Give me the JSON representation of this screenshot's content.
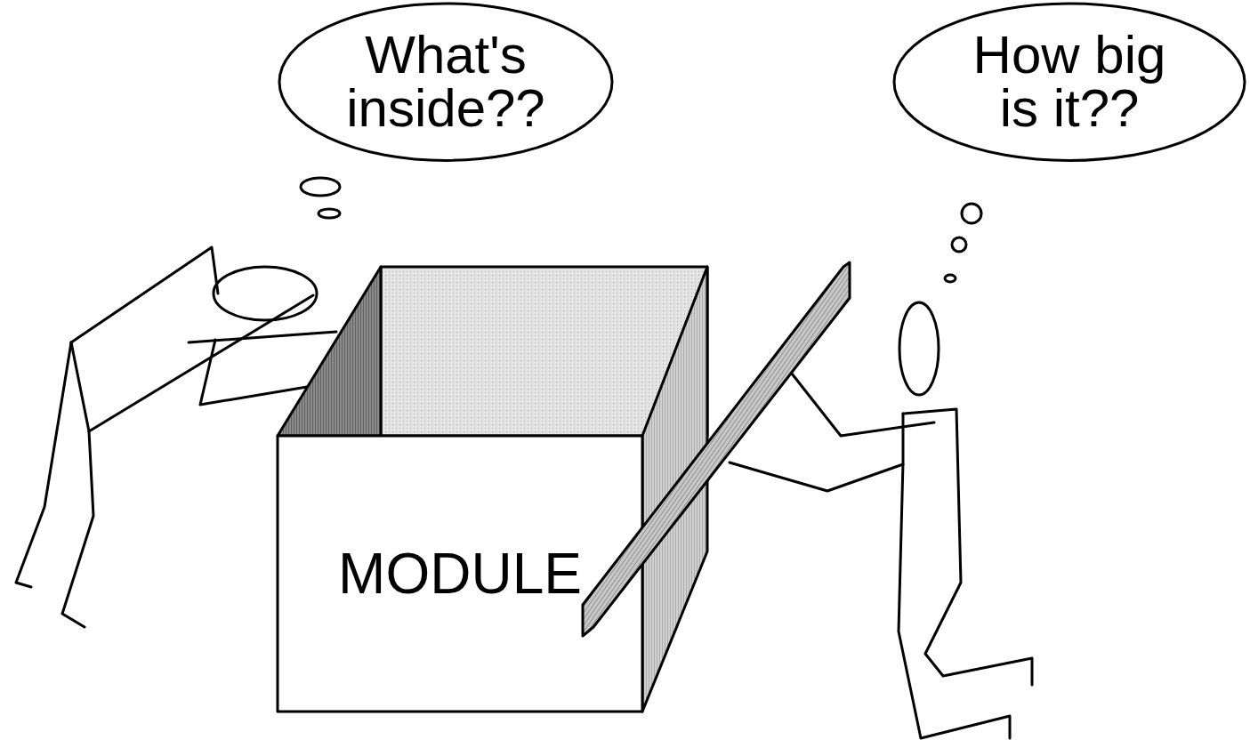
{
  "diagram": {
    "nodes": [
      {
        "text": [
          "What's inside??"
        ]
      },
      {
        "text": [
          "How big is it??"
        ]
      },
      {
        "text": [
          "MODULE"
        ]
      }
    ]
  }
}
